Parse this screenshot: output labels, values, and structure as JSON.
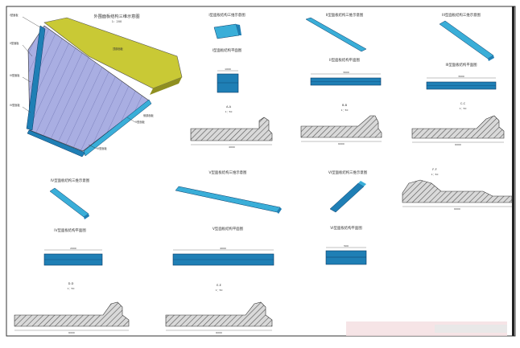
{
  "titles": {
    "overview": "外围面板结构三维示意图",
    "panel1_3d": "I型面板结构三维示意图",
    "panel1_plan": "I型面板结构平面图",
    "panel2_3d": "II型面板结构三维示意图",
    "panel2_plan": "II型面板结构平面图",
    "panel3_3d": "III型面板结构三维示意图",
    "panel3_plan": "III型面板结构平面图",
    "panel4_3d": "IV型面板结构三维示意图",
    "panel4_plan": "IV型面板结构平面图",
    "panel5_3d": "V型面板结构三维示意图",
    "panel5_plan": "V型面板结构平面图",
    "panel6_3d": "VI型面板结构三维示意图",
    "panel6_plan": "VI型面板结构平面图"
  },
  "sections": {
    "aa": "A-A",
    "bb": "B-B",
    "cc": "C-C",
    "dd": "D-D",
    "ee": "E-E",
    "ff": "F-F",
    "scale": "1：50"
  },
  "overview_labels": {
    "scale": "1：200",
    "l1": "I型面板",
    "l2": "II型面板",
    "l3": "III型面板",
    "l4": "IV型面板",
    "l5": "V型面板",
    "l6": "VI型面板",
    "l7": "顶部面板",
    "l8": "侧部面板"
  },
  "dims": {
    "d1": "4000",
    "d2": "2000",
    "d3": "1000",
    "d4": "500",
    "d5": "6000",
    "d6": "3000"
  },
  "colors": {
    "panel_dark": "#1f7fb5",
    "panel_light": "#3aaed8",
    "cap_yellow": "#c9c935",
    "grid_blue": "#a7acdf",
    "hatch": "#666666"
  }
}
